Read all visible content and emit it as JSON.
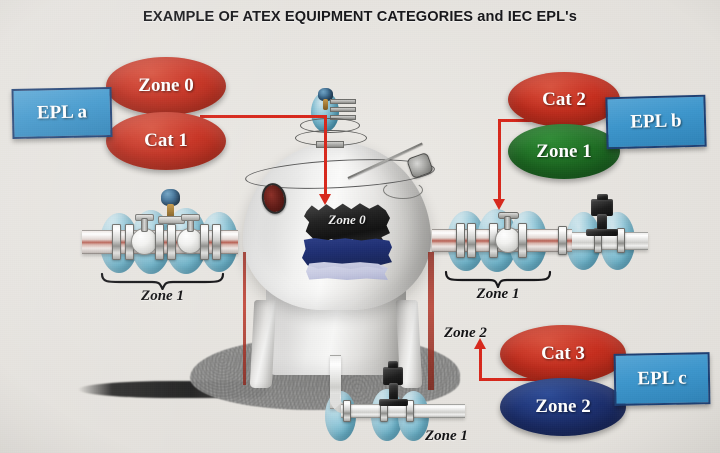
{
  "title": "EXAMPLE OF ATEX EQUIPMENT CATEGORIES and IEC EPL's",
  "callouts": {
    "left_group": {
      "epl_label": "EPL a",
      "zone_label": "Zone 0",
      "category_label": "Cat 1",
      "zone_color": "#c72f1f",
      "category_color": "#c72f1f",
      "epl_color": "#3d96cc"
    },
    "right_group": {
      "epl_label": "EPL b",
      "category_label": "Cat 2",
      "zone_label": "Zone 1",
      "category_color": "#c72f1f",
      "zone_color": "#1d6b22",
      "epl_color": "#3d96cc"
    },
    "bottom_right_group": {
      "epl_label": "EPL c",
      "category_label": "Cat 3",
      "zone_label": "Zone 2",
      "category_color": "#c72f1f",
      "zone_color": "#1c2f6e",
      "epl_color": "#3d96cc"
    }
  },
  "diagram_labels": {
    "vessel_interior": "Zone 0",
    "left_pipe_zone": "Zone 1",
    "right_pipe_zone": "Zone 1",
    "bottom_pipe_zone": "Zone 1",
    "outdoor_zone": "Zone 2"
  },
  "connector_color": "#d8281c"
}
